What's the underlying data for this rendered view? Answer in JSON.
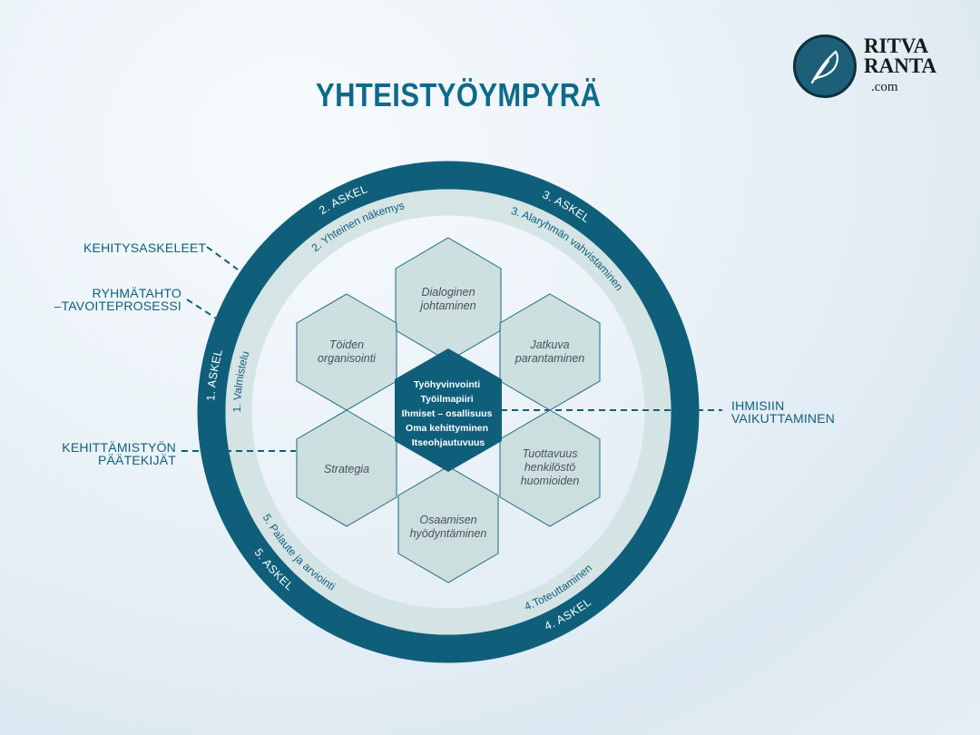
{
  "title": "YHTEISTYÖYMPYRÄ",
  "logo": {
    "line1": "RITVA",
    "line2": "RANTA",
    "line3": ".com",
    "icon": "feather-icon"
  },
  "side_labels": {
    "kehitysaskeleet": "KEHITYSASKELEET",
    "ryhmatahto_1": "RYHMÄTAHTO",
    "ryhmatahto_2": "–TAVOITEPROSESSI",
    "paatekijat_1": "KEHITTÄMISTYÖN",
    "paatekijat_2": "PÄÄTEKIJÄT",
    "ihmisiin_1": "IHMISIIN",
    "ihmisiin_2": "VAIKUTTAMINEN"
  },
  "steps": [
    {
      "askel": "1. ASKEL",
      "phase": "1. Valmistelu"
    },
    {
      "askel": "2. ASKEL",
      "phase": "2. Yhteinen näkemys"
    },
    {
      "askel": "3. ASKEL",
      "phase": "3. Alaryhmän vahvistaminen"
    },
    {
      "askel": "4. ASKEL",
      "phase": "4.Toteuttaminen"
    },
    {
      "askel": "5. ASKEL",
      "phase": "5. Palaute ja arviointi"
    }
  ],
  "hexagons": [
    {
      "l1": "Dialoginen",
      "l2": "johtaminen"
    },
    {
      "l1": "Jatkuva",
      "l2": "parantaminen"
    },
    {
      "l1": "Tuottavuus",
      "l2": "henkilöstö",
      "l3": "huomioiden"
    },
    {
      "l1": "Osaamisen",
      "l2": "hyödyntäminen"
    },
    {
      "l1": "Strategia"
    },
    {
      "l1": "Töiden",
      "l2": "organisointi"
    }
  ],
  "center": [
    "Työhyvinvointi",
    "Työilmapiiri",
    "Ihmiset – osallisuus",
    "Oma kehittyminen",
    "Itseohjautuvuus"
  ],
  "colors": {
    "dark": "#0f5f7b",
    "band": "#d3e3e3",
    "hex": "#c8dadb",
    "title": "#0e6a8c"
  }
}
